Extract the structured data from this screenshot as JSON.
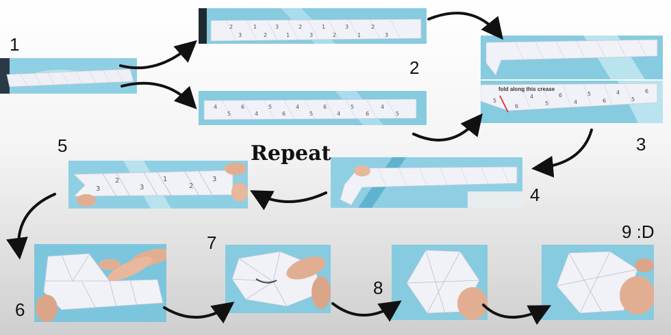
{
  "steps": {
    "s1": "1",
    "s2": "2",
    "s3": "3",
    "s4": "4",
    "s5": "5",
    "s6": "6",
    "s7": "7",
    "s8": "8",
    "s9": "9 :D"
  },
  "repeat_label": "Repeat",
  "crease_annotation": "fold along this crease",
  "strip_digits": {
    "step2_top": [
      "2",
      "3",
      "1",
      "2",
      "3",
      "1",
      "2",
      "3",
      "1",
      "2",
      "3",
      "1",
      "2",
      "3"
    ],
    "step2_bottom": [
      "4",
      "5",
      "6",
      "4",
      "5",
      "6",
      "4",
      "5",
      "6",
      "4",
      "5",
      "6",
      "4",
      "5"
    ],
    "step3_bottom": [
      "5",
      "6",
      "4",
      "5",
      "6",
      "4",
      "5",
      "6",
      "4",
      "5",
      "6"
    ],
    "step5": [
      "3",
      "2",
      "3",
      "1",
      "2",
      "3"
    ]
  },
  "colors": {
    "background_top": "#ffffff",
    "background_bottom": "#cfcfcf",
    "mat_blue": "#7cc6dd",
    "paper": "#eef0f6",
    "crease_line": "#d42020",
    "arrow": "#111111"
  }
}
